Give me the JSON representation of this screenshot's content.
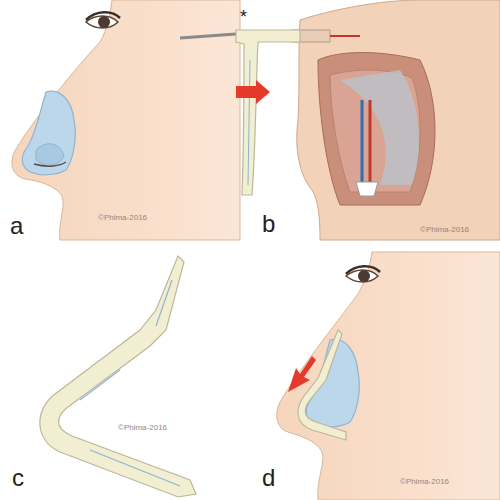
{
  "diagram": {
    "labels": [
      "a",
      "b",
      "c",
      "d",
      "*",
      "©Phima-2016",
      "©Phima-2016",
      "©Phima-2016",
      "©Phima-2016"
    ]
  }
}
